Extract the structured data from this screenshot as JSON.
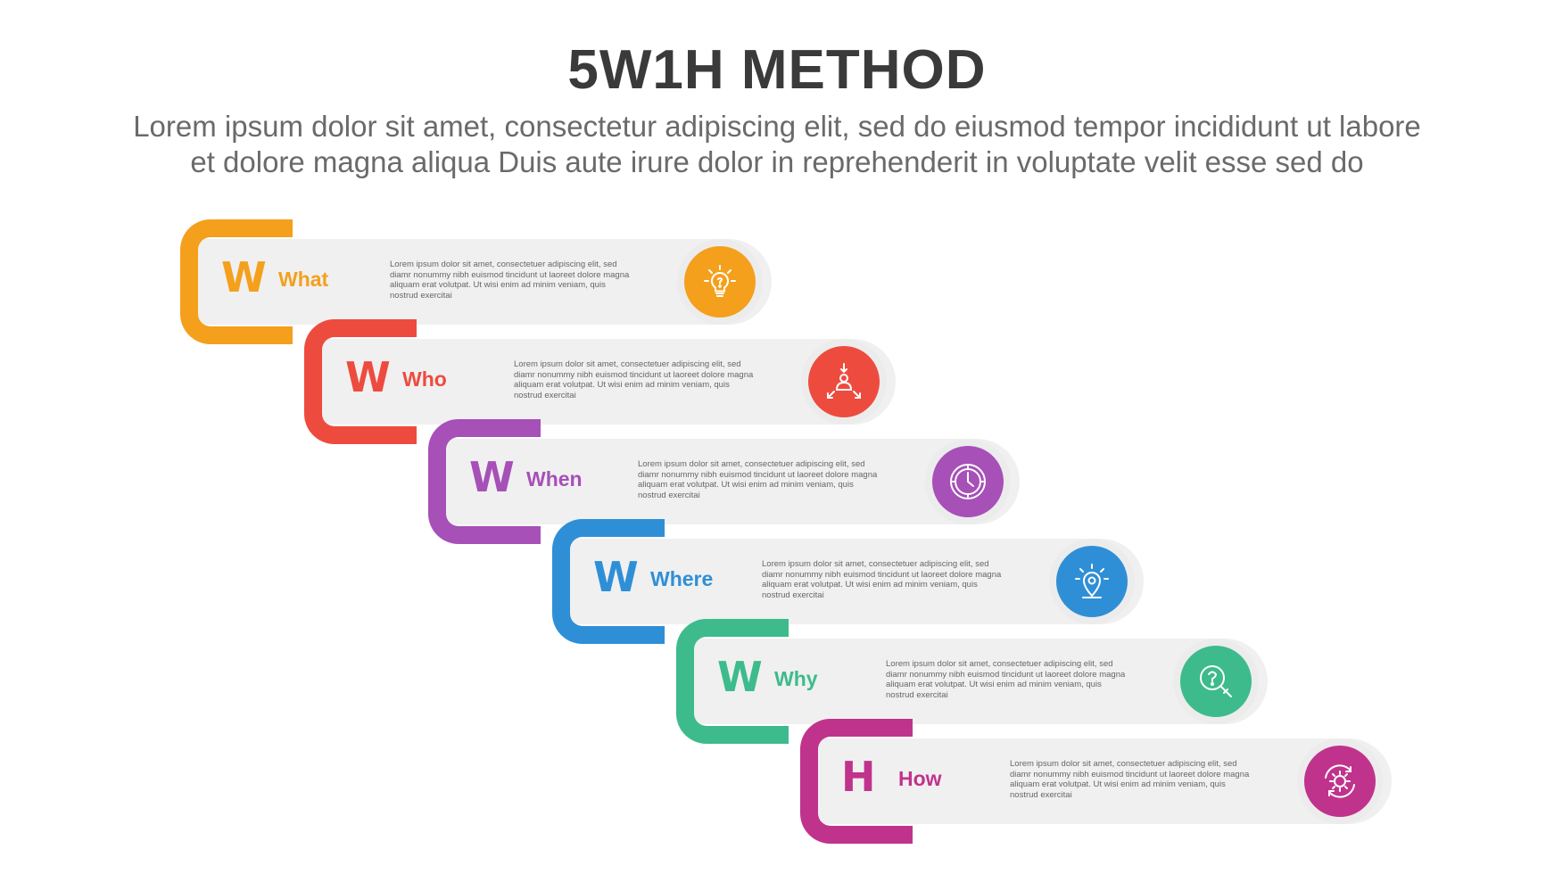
{
  "header": {
    "title": "5W1H METHOD",
    "subtitle_line1": "Lorem ipsum dolor sit amet, consectetur adipiscing elit, sed do eiusmod tempor incididunt ut labore",
    "subtitle_line2": "et dolore magna aliqua Duis aute irure dolor in reprehenderit in voluptate velit esse sed do"
  },
  "steps": [
    {
      "letter": "W",
      "label": "What",
      "color": "#f4a01c",
      "icon": "lightbulb-icon",
      "desc": [
        "Lorem ipsum dolor sit amet, consectetuer adipiscing elit, sed",
        "diamr nonummy nibh euismod tincidunt ut laoreet dolore magna",
        "aliquam erat volutpat. Ut wisi enim ad minim veniam, quis",
        "nostrud exercitai"
      ]
    },
    {
      "letter": "W",
      "label": "Who",
      "color": "#ee4b3f",
      "icon": "person-arrows-icon",
      "desc": [
        "Lorem ipsum dolor sit amet, consectetuer adipiscing elit, sed",
        "diamr nonummy nibh euismod tincidunt ut laoreet dolore magna",
        "aliquam erat volutpat. Ut wisi enim ad minim veniam, quis",
        "nostrud exercitai"
      ]
    },
    {
      "letter": "W",
      "label": "When",
      "color": "#a650b8",
      "icon": "clock-icon",
      "desc": [
        "Lorem ipsum dolor sit amet, consectetuer adipiscing elit, sed",
        "diamr nonummy nibh euismod tincidunt ut laoreet dolore magna",
        "aliquam erat volutpat. Ut wisi enim ad minim veniam, quis",
        "nostrud exercitai"
      ]
    },
    {
      "letter": "W",
      "label": "Where",
      "color": "#2f8fd6",
      "icon": "location-pin-icon",
      "desc": [
        "Lorem ipsum dolor sit amet, consectetuer adipiscing elit, sed",
        "diamr nonummy nibh euismod tincidunt ut laoreet dolore magna",
        "aliquam erat volutpat. Ut wisi enim ad minim veniam, quis",
        "nostrud exercitai"
      ]
    },
    {
      "letter": "W",
      "label": "Why",
      "color": "#3dbb8c",
      "icon": "question-magnifier-icon",
      "desc": [
        "Lorem ipsum dolor sit amet, consectetuer adipiscing elit, sed",
        "diamr nonummy nibh euismod tincidunt ut laoreet dolore magna",
        "aliquam erat volutpat. Ut wisi enim ad minim veniam, quis",
        "nostrud exercitai"
      ]
    },
    {
      "letter": "H",
      "label": "How",
      "color": "#c0338c",
      "icon": "gear-cycle-icon",
      "desc": [
        "Lorem ipsum dolor sit amet, consectetuer adipiscing elit, sed",
        "diamr nonummy nibh euismod tincidunt ut laoreet dolore magna",
        "aliquam erat volutpat. Ut wisi enim ad minim veniam, quis",
        "nostrud exercitai"
      ]
    }
  ]
}
